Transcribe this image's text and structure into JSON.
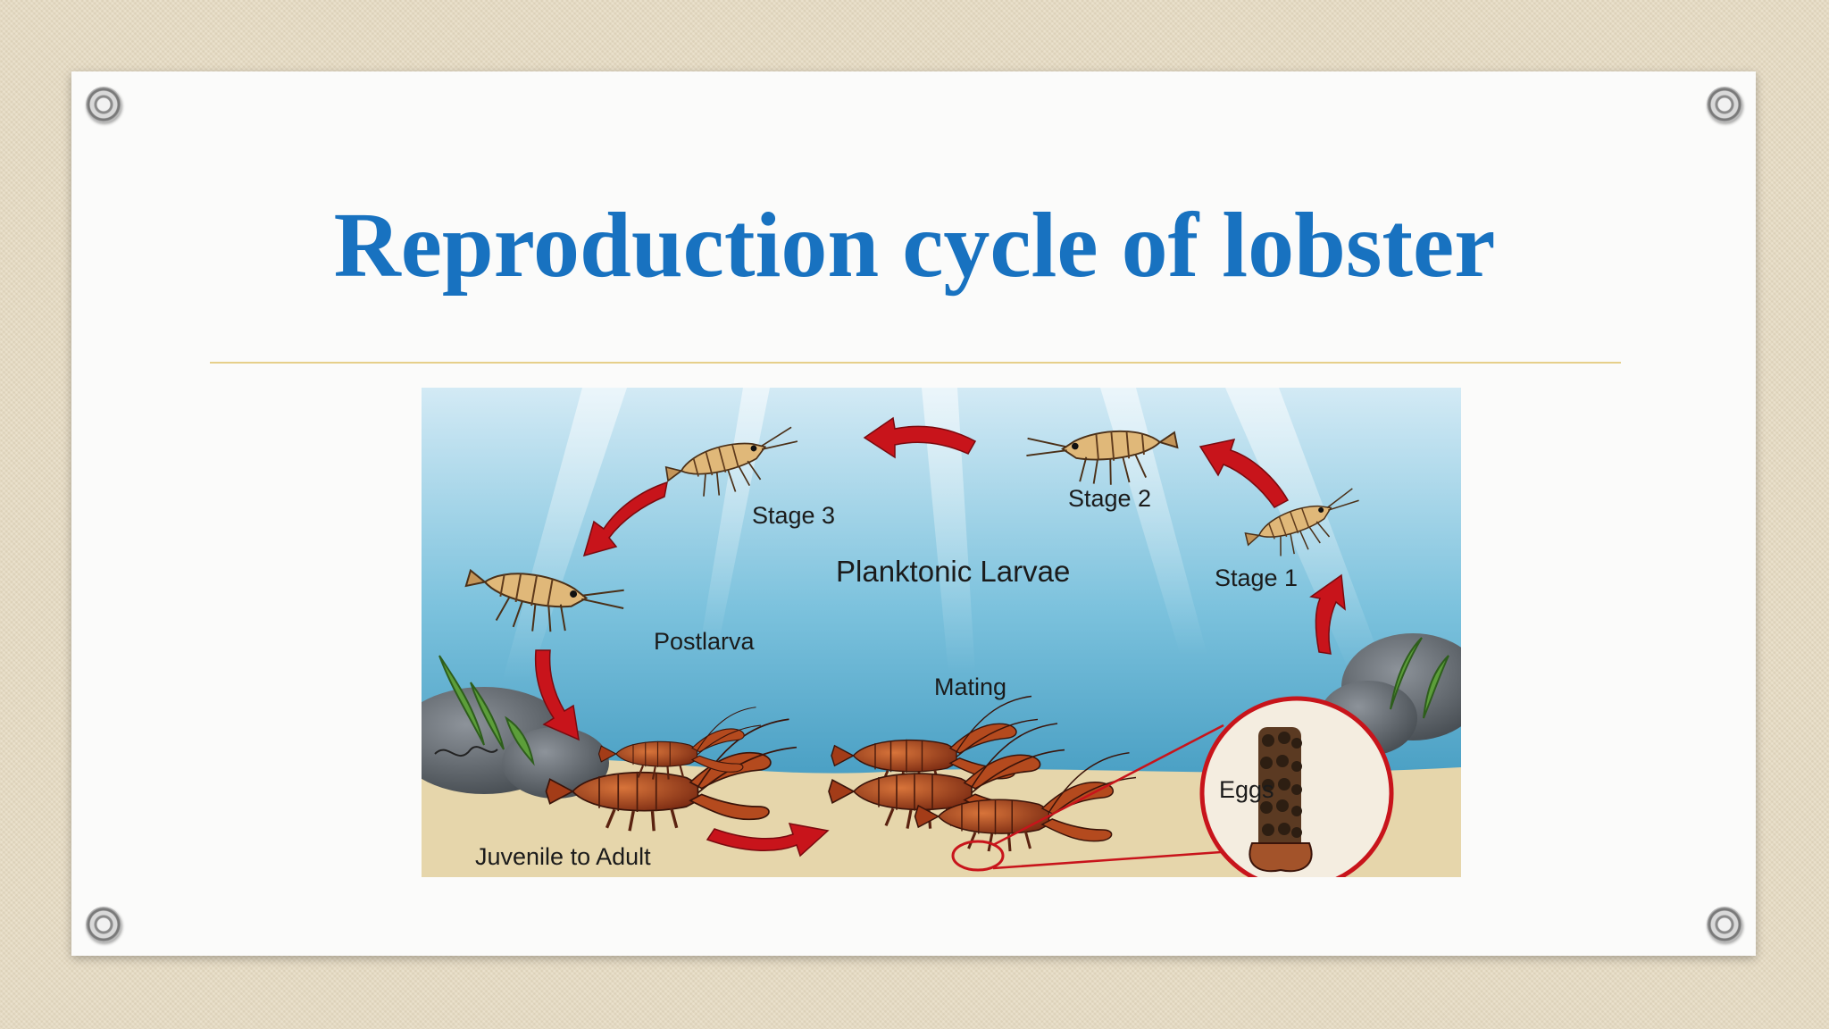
{
  "title": "Reproduction cycle of lobster",
  "diagram": {
    "center_label": "Planktonic Larvae",
    "stages": [
      {
        "id": "stage1",
        "label": "Stage 1"
      },
      {
        "id": "stage2",
        "label": "Stage 2"
      },
      {
        "id": "stage3",
        "label": "Stage 3"
      },
      {
        "id": "postlarva",
        "label": "Postlarva"
      },
      {
        "id": "juvenile",
        "label": "Juvenile to Adult"
      },
      {
        "id": "mating",
        "label": "Mating"
      },
      {
        "id": "eggs",
        "label": "Eggs"
      }
    ]
  },
  "colors": {
    "title": "#1872c0",
    "divider": "#e6cf8a",
    "arrow": "#c8141b",
    "water_top": "#cfe7f4",
    "water_bottom": "#2f8fb8",
    "sand": "#e6d6ab",
    "lobster": "#b5471f"
  },
  "icons": [
    "rivet-icon",
    "cycle-arrow-icon",
    "larva-icon",
    "lobster-icon",
    "egg-cluster-icon",
    "rock-icon",
    "seaweed-icon"
  ]
}
